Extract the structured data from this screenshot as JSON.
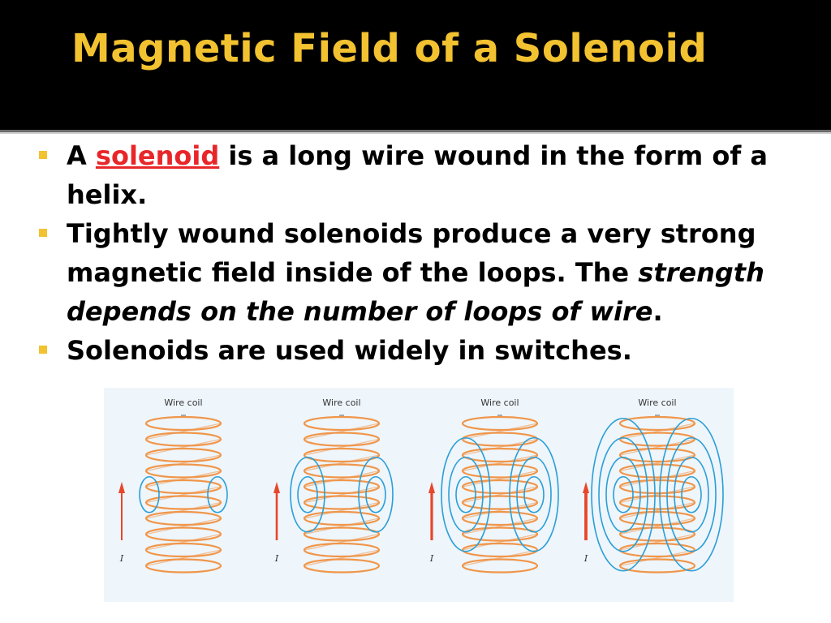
{
  "slide": {
    "title": "Magnetic Field of a Solenoid",
    "bullets": [
      {
        "parts": [
          "A ",
          "solenoid",
          " is a long wire wound in the form of a helix."
        ]
      },
      {
        "parts": [
          "Tightly wound solenoids produce a very strong magnetic field inside of the loops. The ",
          "strength depends on the number of loops of wire",
          "."
        ]
      },
      {
        "parts": [
          "Solenoids are used widely in switches."
        ]
      }
    ],
    "colors": {
      "title_text": "#f2c230",
      "title_background": "#000000",
      "bullet_marker": "#f2c230",
      "keyword": "#e8262a",
      "coil": "#f0964a",
      "field_lines": "#2a9fd6",
      "current_arrow": "#e8462a"
    }
  },
  "figure": {
    "panels": [
      {
        "label": "Wire coil",
        "current_label": "I",
        "field_rings": 1
      },
      {
        "label": "Wire coil",
        "current_label": "I",
        "field_rings": 2
      },
      {
        "label": "Wire coil",
        "current_label": "I",
        "field_rings": 3
      },
      {
        "label": "Wire coil",
        "current_label": "I",
        "field_rings": 4
      }
    ]
  }
}
